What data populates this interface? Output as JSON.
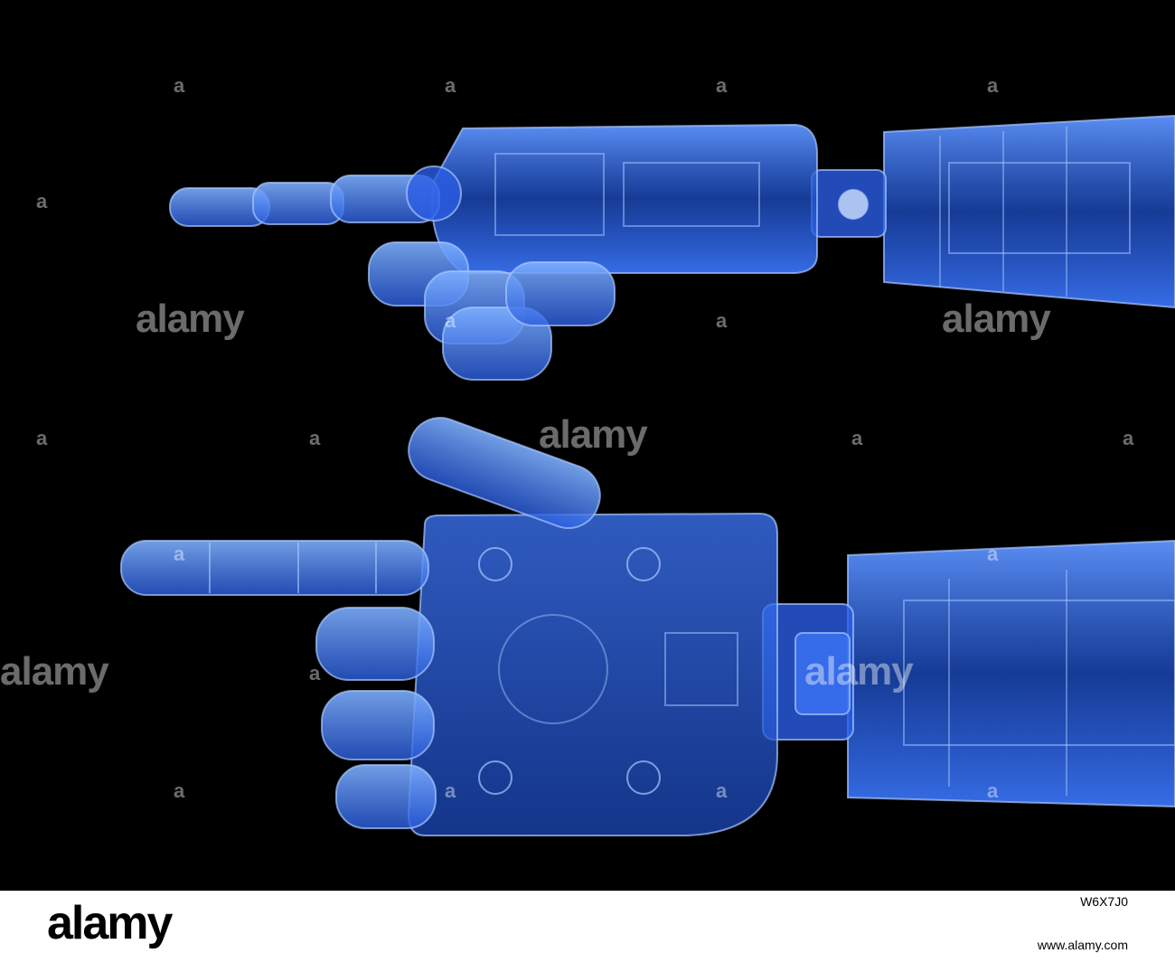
{
  "watermark": {
    "small": "a",
    "word": "alamy"
  },
  "footer": {
    "logo": "alamy",
    "image_id": "W6X7J0",
    "url": "www.alamy.com"
  },
  "colors": {
    "background": "#000000",
    "xray_blue": "#3a7bff",
    "xray_light": "#a9c8ff"
  }
}
